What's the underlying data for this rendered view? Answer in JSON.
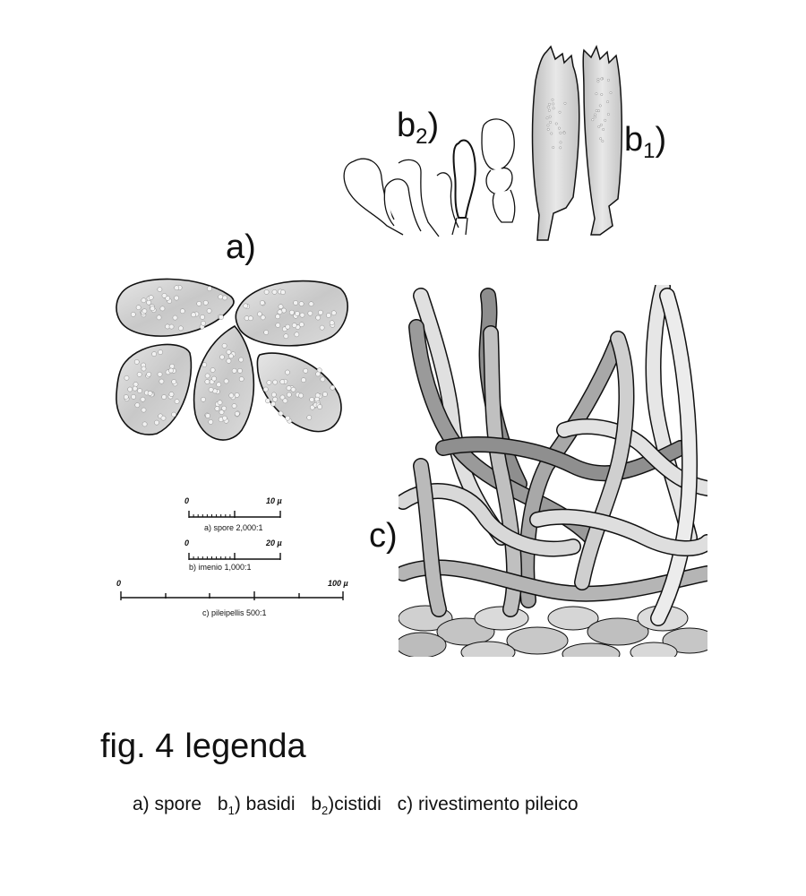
{
  "panels": {
    "a": "a)",
    "b1": {
      "main": "b",
      "sub": "1",
      "close": ")"
    },
    "b2": {
      "main": "b",
      "sub": "2",
      "close": ")"
    },
    "c": "c)"
  },
  "scale_bars": [
    {
      "zero": "0",
      "max": "10 µ",
      "caption": "a) spore 2,000:1"
    },
    {
      "zero": "0",
      "max": "20 µ",
      "caption": "b) imenio 1,000:1"
    },
    {
      "zero": "0",
      "max": "100 µ",
      "caption": "c) pileipellis 500:1"
    }
  ],
  "caption": {
    "fig": "fig. 4",
    "word": "legenda"
  },
  "legend": {
    "a": "a) spore",
    "b1_pre": "b",
    "b1_sub": "1",
    "b1_post": ") basidi",
    "b2_pre": "b",
    "b2_sub": "2",
    "b2_post": ")cistidi",
    "c": "c) rivestimento pileico"
  },
  "colors": {
    "line": "#111111",
    "spore_fill": "#d4d4d4",
    "hypha_dark": "#8a8a8a",
    "hypha_mid": "#b3b3b3",
    "hypha_light": "#e2e2e2"
  }
}
